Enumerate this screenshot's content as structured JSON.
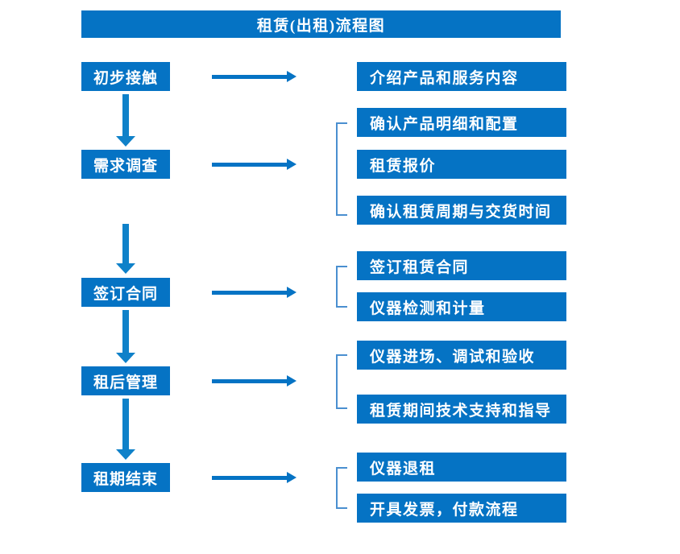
{
  "diagram": {
    "title": "租赁(出租)流程图",
    "colors": {
      "box_fill": "#0573c4",
      "box_text": "#ffffff",
      "arrow": "#0573c4",
      "vertical_arrow": "#0f81c9",
      "bracket": "#4a8fd0",
      "background": "#ffffff"
    },
    "stages": [
      {
        "label": "初步接触"
      },
      {
        "label": "需求调查"
      },
      {
        "label": "签订合同"
      },
      {
        "label": "租后管理"
      },
      {
        "label": "租期结束"
      }
    ],
    "details": [
      {
        "label": "介绍产品和服务内容"
      },
      {
        "label": "确认产品明细和配置"
      },
      {
        "label": "租赁报价"
      },
      {
        "label": "确认租赁周期与交货时间"
      },
      {
        "label": "签订租赁合同"
      },
      {
        "label": "仪器检测和计量"
      },
      {
        "label": "仪器进场、调试和验收"
      },
      {
        "label": "租赁期间技术支持和指导"
      },
      {
        "label": "仪器退租"
      },
      {
        "label": "开具发票，付款流程"
      }
    ],
    "groups": [
      {
        "name": "group-requirements",
        "members": [
          "确认产品明细和配置",
          "租赁报价",
          "确认租赁周期与交货时间"
        ]
      },
      {
        "name": "group-contract",
        "members": [
          "签订租赁合同",
          "仪器检测和计量"
        ]
      },
      {
        "name": "group-post-rental",
        "members": [
          "仪器进场、调试和验收",
          "租赁期间技术支持和指导"
        ]
      },
      {
        "name": "group-termination",
        "members": [
          "仪器退租",
          "开具发票，付款流程"
        ]
      }
    ]
  }
}
